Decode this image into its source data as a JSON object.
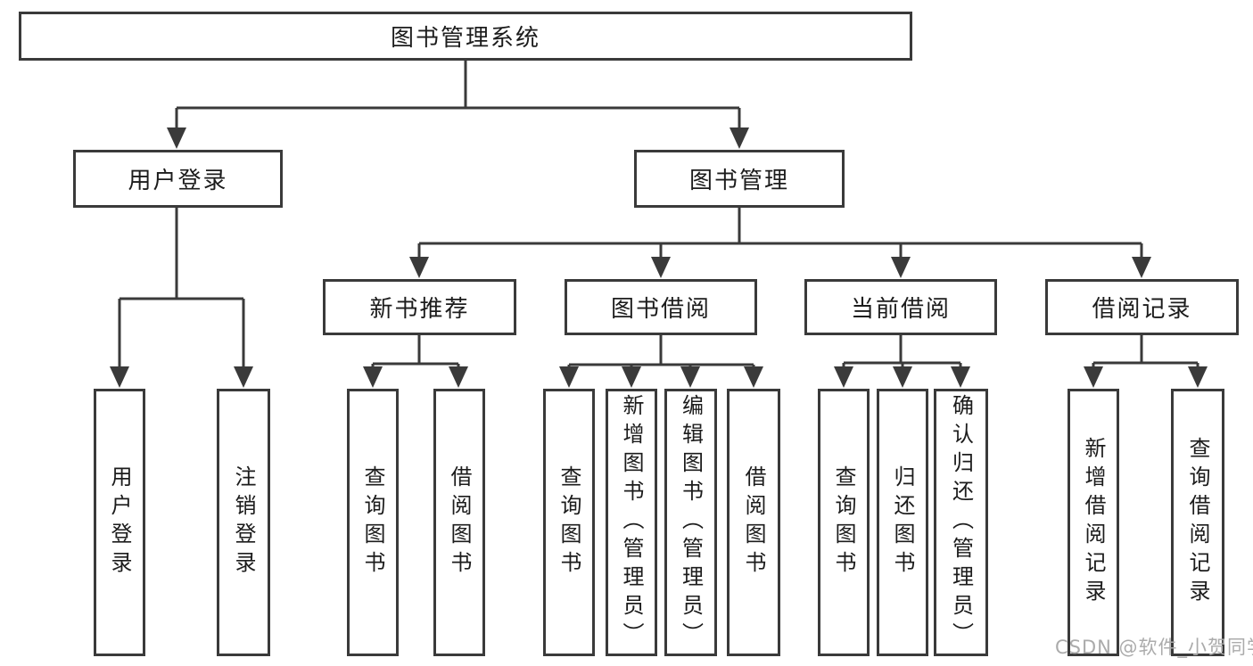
{
  "colors": {
    "line": "#3a3a3a",
    "text": "#1c1c1c",
    "watermark": "#ababab",
    "background": "#ffffff"
  },
  "watermark": "CSDN @软件_小贺同学",
  "tree": {
    "root": {
      "label": "图书管理系统",
      "children": [
        {
          "label": "用户登录",
          "children": [
            {
              "label": "用户登录"
            },
            {
              "label": "注销登录"
            }
          ]
        },
        {
          "label": "图书管理",
          "children": [
            {
              "label": "新书推荐",
              "children": [
                {
                  "label": "查询图书"
                },
                {
                  "label": "借阅图书"
                }
              ]
            },
            {
              "label": "图书借阅",
              "children": [
                {
                  "label": "查询图书"
                },
                {
                  "label": "新增图书（管理员）"
                },
                {
                  "label": "编辑图书（管理员）"
                },
                {
                  "label": "借阅图书"
                }
              ]
            },
            {
              "label": "当前借阅",
              "children": [
                {
                  "label": "查询图书"
                },
                {
                  "label": "归还图书"
                },
                {
                  "label": "确认归还（管理员）"
                }
              ]
            },
            {
              "label": "借阅记录",
              "children": [
                {
                  "label": "新增借阅记录"
                },
                {
                  "label": "查询借阅记录"
                }
              ]
            }
          ]
        }
      ]
    }
  }
}
